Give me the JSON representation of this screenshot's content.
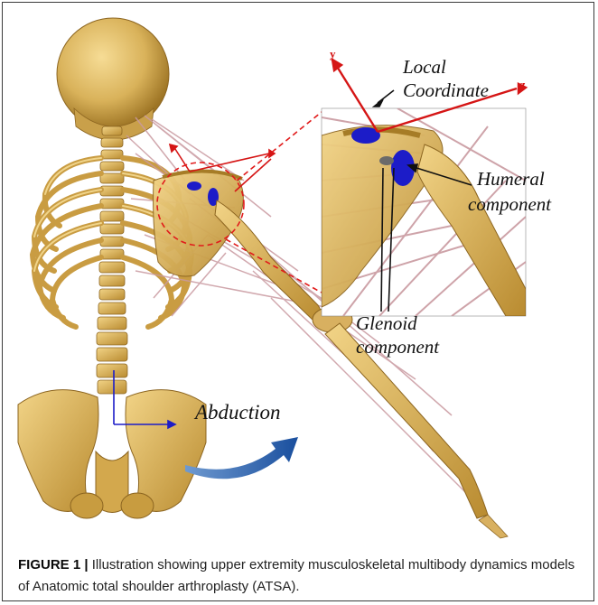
{
  "figure": {
    "labels": {
      "local_line1": "Local",
      "local_line2": "Coordinate",
      "humeral_line1": "Humeral",
      "humeral_line2": "component",
      "glenoid_line1": "Glenoid",
      "glenoid_line2": "component",
      "abduction": "Abduction",
      "axis_y": "y",
      "axis_z": "z"
    },
    "colors": {
      "bone": "#d9b25a",
      "bone_dark": "#a67c26",
      "muscle": "#c99aa0",
      "axis": "#d51515",
      "implant": "#1c1cc8",
      "arrow": "#1f5aa8"
    }
  },
  "caption": {
    "label": "FIGURE 1",
    "separator": "|",
    "text": " Illustration showing upper extremity musculoskeletal multibody dynamics models of Anatomic total shoulder arthroplasty (ATSA)."
  }
}
